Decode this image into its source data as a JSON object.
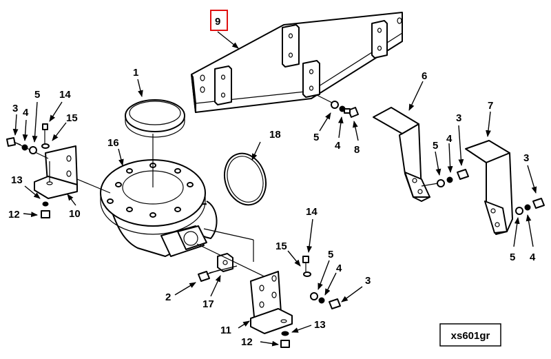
{
  "drawing": {
    "reference_code": "xs601gr",
    "highlighted_callout": "9",
    "highlight_color": "#e01010"
  },
  "callouts": {
    "c1": "1",
    "c3a": "3",
    "c4a": "4",
    "c5a": "5",
    "c14a": "14",
    "c15a": "15",
    "c13a": "13",
    "c12a": "12",
    "c10": "10",
    "c16": "16",
    "c18": "18",
    "c9": "9",
    "c5b": "5",
    "c4b": "4",
    "c8": "8",
    "c6": "6",
    "c7": "7",
    "c5c": "5",
    "c4c": "4",
    "c3c": "3",
    "c3d": "3",
    "c5d": "5",
    "c4d": "4",
    "c14b": "14",
    "c15b": "15",
    "c5e": "5",
    "c4e": "4",
    "c3e": "3",
    "c2": "2",
    "c17": "17",
    "c11": "11",
    "c13b": "13",
    "c12b": "12"
  }
}
